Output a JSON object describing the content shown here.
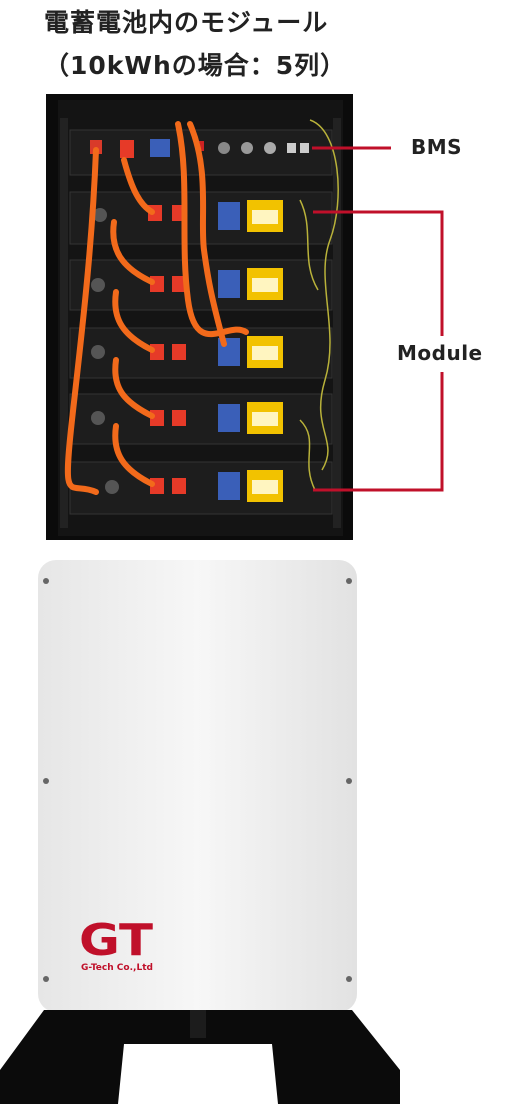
{
  "heading": {
    "line1": "電蓄電池内のモジュール",
    "line2": "（10kWhの場合：5列）"
  },
  "callouts": {
    "bms": "BMS",
    "module": "Module"
  },
  "logo": {
    "mark": "GT",
    "company": "G-Tech Co.,Ltd"
  },
  "colors": {
    "accent": "#c0102a",
    "cable": "#f26a1b",
    "cabinet": "#0b0b0b",
    "enclosure": "#f2f2f2"
  }
}
